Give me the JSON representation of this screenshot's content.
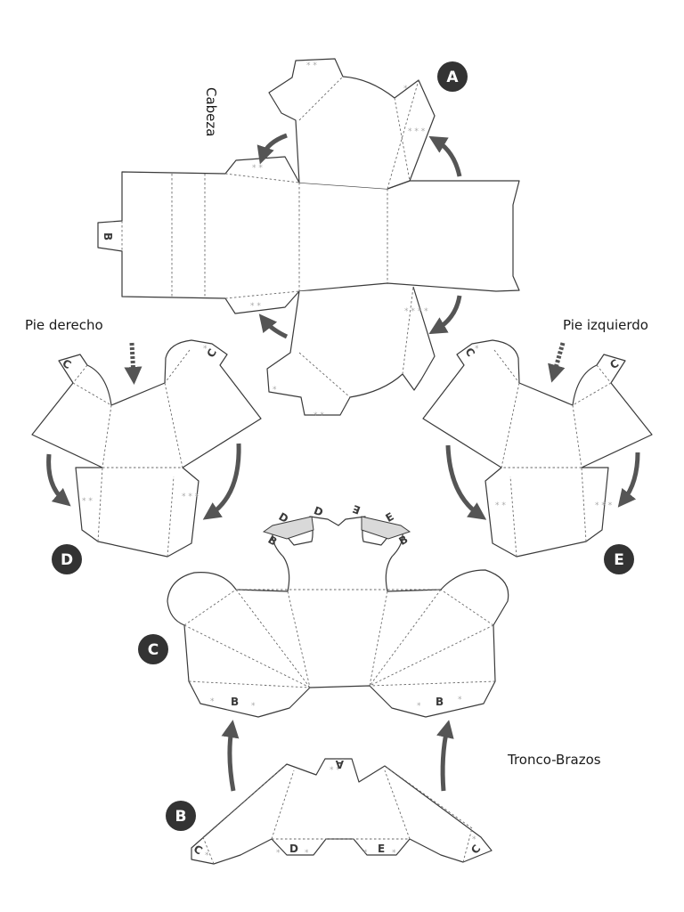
{
  "labels": {
    "cabeza": "Cabeza",
    "pie_derecho": "Pie derecho",
    "pie_izquierdo": "Pie izquierdo",
    "tronco_brazos": "Tronco-Brazos"
  },
  "badges": {
    "a": "A",
    "b": "B",
    "c": "C",
    "d": "D",
    "e": "E"
  },
  "tabs": {
    "head_left": "B",
    "foot_right_top_left": "C",
    "foot_right_top_right": "C",
    "foot_left_top_left": "C",
    "foot_left_top_right": "C",
    "torso_neck_1": "B",
    "torso_neck_2": "D",
    "torso_neck_3": "D",
    "torso_neck_4": "E",
    "torso_neck_5": "E",
    "torso_neck_6": "B",
    "torso_bottom_left": "B",
    "torso_bottom_right": "B",
    "piece_b_top": "A",
    "piece_b_d": "D",
    "piece_b_e": "E",
    "piece_b_left": "C",
    "piece_b_right": "C"
  },
  "colors": {
    "line": "#3a3a3a",
    "arrow": "#555555",
    "badge": "#333333",
    "tab_shade": "#d9d9d9",
    "star": "#a9a9a9"
  }
}
